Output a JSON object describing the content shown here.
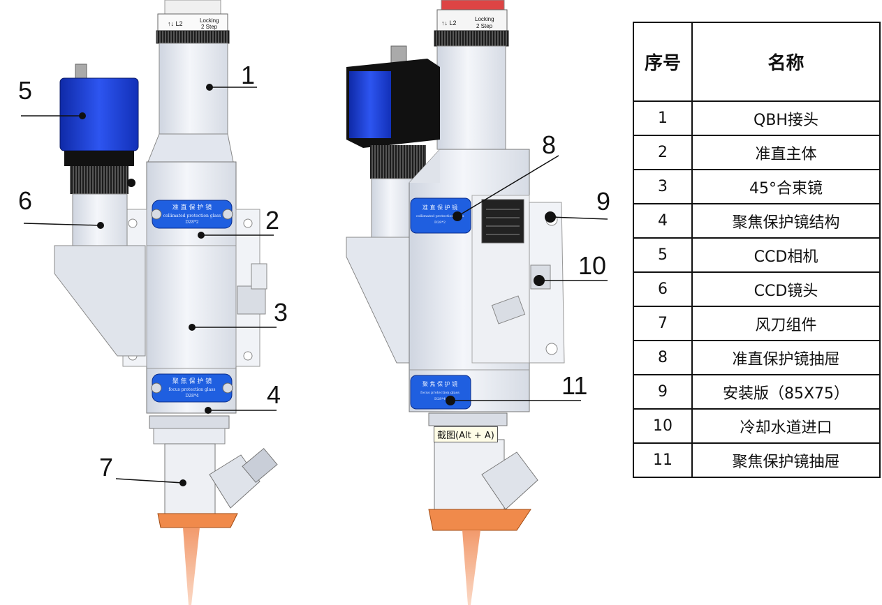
{
  "left_view": {
    "qbh_ring_text": [
      "↑↓ L2",
      "Locking",
      "2 Step"
    ],
    "collimation_plate": [
      "准 直 保 护 镜",
      "collimated protection glass",
      "D28*2"
    ],
    "focus_plate": [
      "聚 焦 保 护 镜",
      "focus protection glass",
      "D28*4"
    ],
    "callouts": [
      "1",
      "2",
      "3",
      "4",
      "5",
      "6",
      "7"
    ]
  },
  "right_view": {
    "qbh_ring_text": [
      "↑↓ L2",
      "Locking",
      "2 Step"
    ],
    "collimation_plate": [
      "准 直 保 护 镜",
      "collimated protection glass",
      "D28*2"
    ],
    "focus_plate": [
      "聚 焦 保 护 镜",
      "focus protection glass",
      "D28*4"
    ],
    "callouts": [
      "8",
      "9",
      "10",
      "11"
    ]
  },
  "tooltip": "截图(Alt + A)",
  "table": {
    "headers": [
      "序号",
      "名称"
    ],
    "rows": [
      {
        "no": "1",
        "name": "QBH接头"
      },
      {
        "no": "2",
        "name": "准直主体"
      },
      {
        "no": "3",
        "name": "45°合束镜"
      },
      {
        "no": "4",
        "name": "聚焦保护镜结构"
      },
      {
        "no": "5",
        "name": "CCD相机"
      },
      {
        "no": "6",
        "name": "CCD镜头"
      },
      {
        "no": "7",
        "name": "风刀组件"
      },
      {
        "no": "8",
        "name": "准直保护镜抽屉"
      },
      {
        "no": "9",
        "name": "安装版（85X75）"
      },
      {
        "no": "10",
        "name": "冷却水道进口"
      },
      {
        "no": "11",
        "name": "聚焦保护镜抽屉"
      }
    ]
  },
  "colors": {
    "camera_blue": "#1a3fd6",
    "plate_blue": "#1f5fe0",
    "metal": "#e6eaf2",
    "metal_dark": "#c9ced8",
    "nozzle_orange": "#f08a4b",
    "beam": "#f4b08c"
  }
}
